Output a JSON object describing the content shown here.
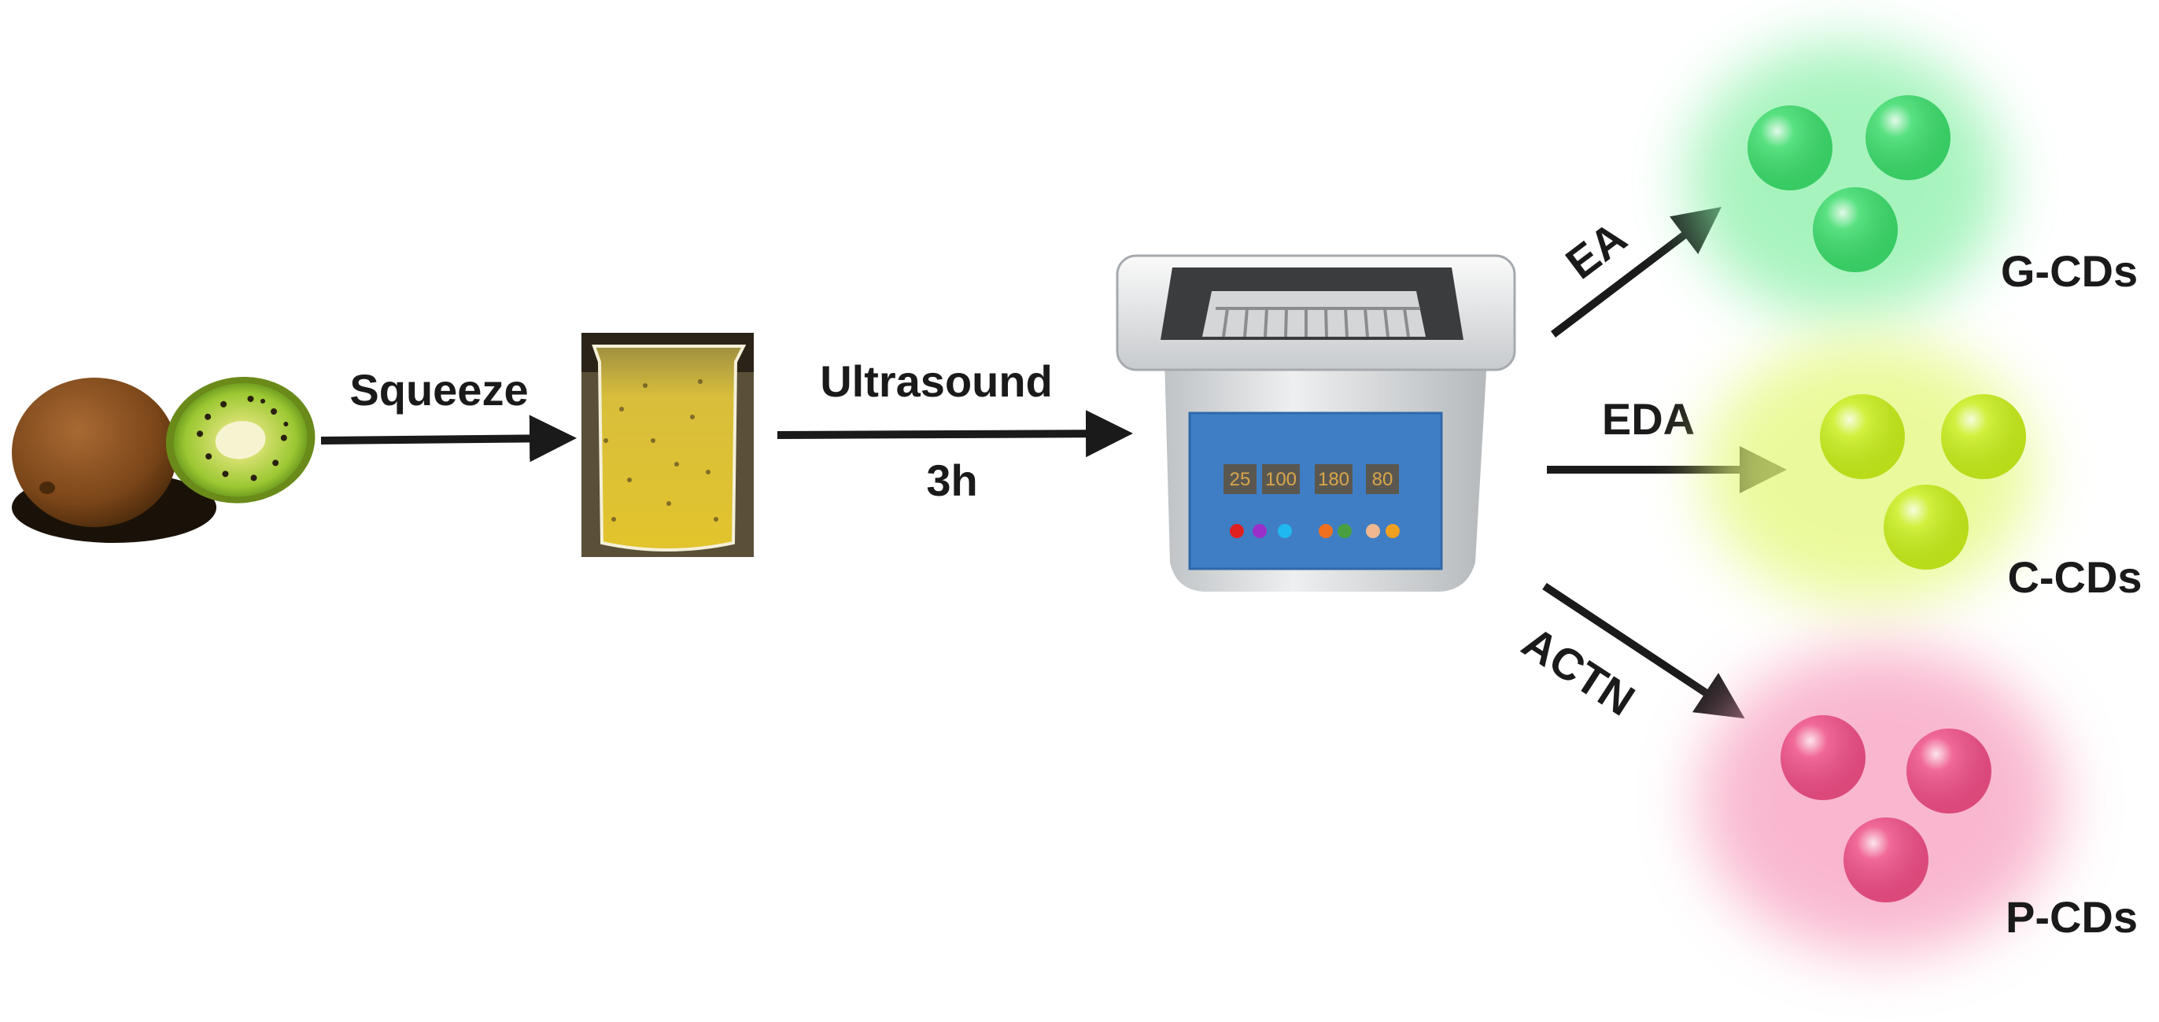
{
  "steps": {
    "squeeze": "Squeeze",
    "ultrasound": "Ultrasound",
    "duration": "3h"
  },
  "bath": {
    "display": [
      "25",
      "100",
      "180",
      "80"
    ],
    "button_colors": [
      "#e02020",
      "#9b30c8",
      "#20b8f0",
      "#f07020",
      "#4aa040",
      "#f0b890",
      "#f0a020"
    ]
  },
  "branches": [
    {
      "reagent": "EA",
      "product": "G-CDs",
      "color": "#3ddc6c",
      "glow": "#8af0a8"
    },
    {
      "reagent": "EDA",
      "product": "C-CDs",
      "color": "#c8ee1c",
      "glow": "#e4f87a"
    },
    {
      "reagent": "ACTN",
      "product": "P-CDs",
      "color": "#ee4f86",
      "glow": "#f7a0c0"
    }
  ]
}
